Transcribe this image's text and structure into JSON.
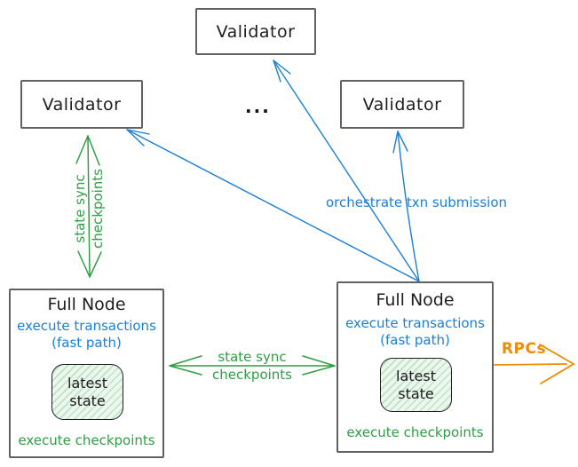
{
  "diagram": {
    "nodes": {
      "validator_top": {
        "label": "Validator"
      },
      "validator_left": {
        "label": "Validator"
      },
      "validator_right": {
        "label": "Validator"
      },
      "ellipsis": "...",
      "full_node_left": {
        "title": "Full Node",
        "exec_line1": "execute transactions",
        "exec_line2": "(fast path)",
        "state_line1": "latest",
        "state_line2": "state",
        "footer": "execute checkpoints"
      },
      "full_node_right": {
        "title": "Full Node",
        "exec_line1": "execute transactions",
        "exec_line2": "(fast path)",
        "state_line1": "latest",
        "state_line2": "state",
        "footer": "execute checkpoints"
      }
    },
    "edges": {
      "orchestrate_label": "orchestrate txn submission",
      "left_sync_line1": "state sync",
      "left_sync_line2": "checkpoints",
      "mid_sync_line1": "state sync",
      "mid_sync_line2": "checkpoints",
      "rpcs_label": "RPCs"
    },
    "colors": {
      "blue": "#1c7ed6",
      "green": "#2f9e44",
      "orange": "#f08c00",
      "ink": "#1e1e1e",
      "box_border": "#5f6163"
    }
  }
}
